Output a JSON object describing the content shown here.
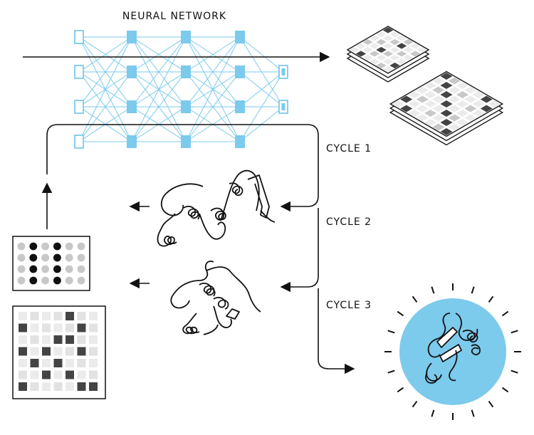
{
  "title": "NEURAL NETWORK",
  "cycles": [
    {
      "label": "CYCLE 1"
    },
    {
      "label": "CYCLE 2"
    },
    {
      "label": "CYCLE 3"
    }
  ],
  "colors": {
    "network": "#7ccaec",
    "node_fill": "#7ccaec",
    "highlight": "#7ccaec",
    "ink": "#111111",
    "dark_cell": "#444444",
    "mid_cell": "#c8c8c8",
    "light_cell": "#ebebeb"
  },
  "icons": [
    "arrow-right-icon",
    "arrow-left-icon",
    "arrow-up-icon",
    "protein-structure-icon",
    "feature-matrix-icon",
    "distance-map-icon"
  ]
}
